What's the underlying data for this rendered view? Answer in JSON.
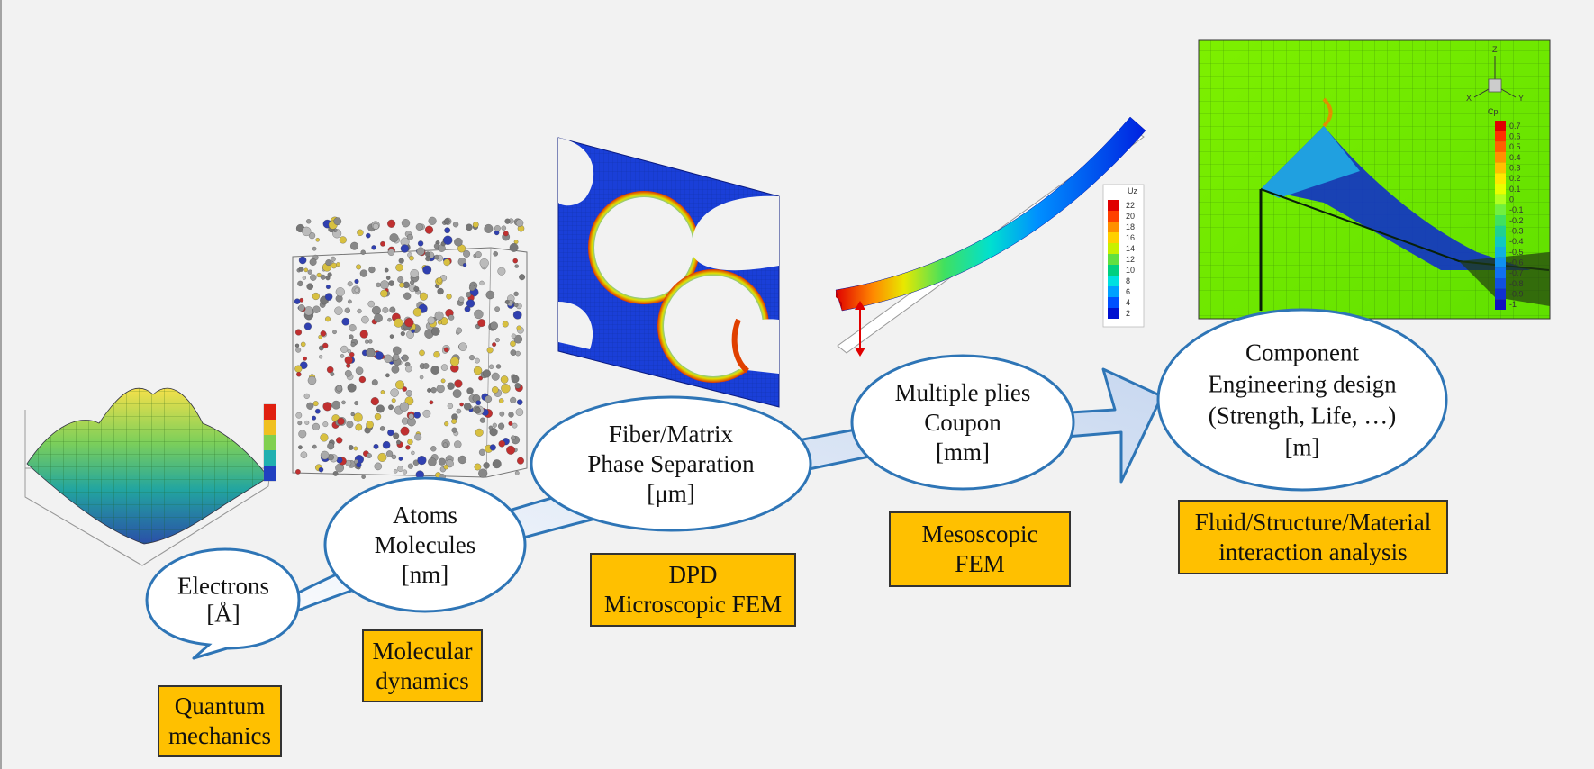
{
  "stages": [
    {
      "id": "electrons",
      "ellipse_lines": [
        "Electrons",
        "[Å]"
      ],
      "method_lines": [
        "Quantum",
        "mechanics"
      ]
    },
    {
      "id": "atoms",
      "ellipse_lines": [
        "Atoms",
        "Molecules",
        "[nm]"
      ],
      "method_lines": [
        "Molecular",
        "dynamics"
      ]
    },
    {
      "id": "fiber",
      "ellipse_lines": [
        "Fiber/Matrix",
        "Phase Separation",
        "[μm]"
      ],
      "method_lines": [
        "DPD",
        "Microscopic FEM"
      ]
    },
    {
      "id": "plies",
      "ellipse_lines": [
        "Multiple plies",
        "Coupon",
        "[mm]"
      ],
      "method_lines": [
        "Mesoscopic",
        "FEM"
      ]
    },
    {
      "id": "component",
      "ellipse_lines": [
        "Component",
        "Engineering design",
        "(Strength, Life, …)",
        "[m]"
      ],
      "method_lines": [
        "Fluid/Structure/Material",
        "interaction analysis"
      ]
    }
  ],
  "beam_colorbar": {
    "title": "Uz",
    "ticks": [
      "22",
      "20",
      "18",
      "16",
      "14",
      "12",
      "10",
      "8",
      "6",
      "4",
      "2"
    ],
    "colors": [
      "#e00000",
      "#ff4000",
      "#ff9000",
      "#ffd000",
      "#c8f000",
      "#60e040",
      "#00d080",
      "#00e0e0",
      "#00a0ff",
      "#0050ff",
      "#0010d0"
    ]
  },
  "cfd_colorbar": {
    "title": "Cp",
    "ticks": [
      "0.7",
      "0.6",
      "0.5",
      "0.4",
      "0.3",
      "0.2",
      "0.1",
      "0",
      "-0.1",
      "-0.2",
      "-0.3",
      "-0.4",
      "-0.5",
      "-0.6",
      "-0.7",
      "-0.8",
      "-0.9",
      "-1"
    ],
    "colors": [
      "#e00000",
      "#ff3000",
      "#ff6000",
      "#ff9000",
      "#ffc000",
      "#ffe800",
      "#e8ff00",
      "#b0ff20",
      "#70f040",
      "#40e060",
      "#20d090",
      "#10c8c0",
      "#10b0e0",
      "#1090f0",
      "#1070f0",
      "#1050e0",
      "#1030d0",
      "#1010c0"
    ]
  },
  "axis_triad": [
    "Z",
    "Y",
    "X"
  ],
  "colors": {
    "arrow_fill": "#dce6f5",
    "arrow_stroke": "#2e75b6",
    "ellipse_stroke": "#2e75b6",
    "box_fill": "#ffc000"
  }
}
